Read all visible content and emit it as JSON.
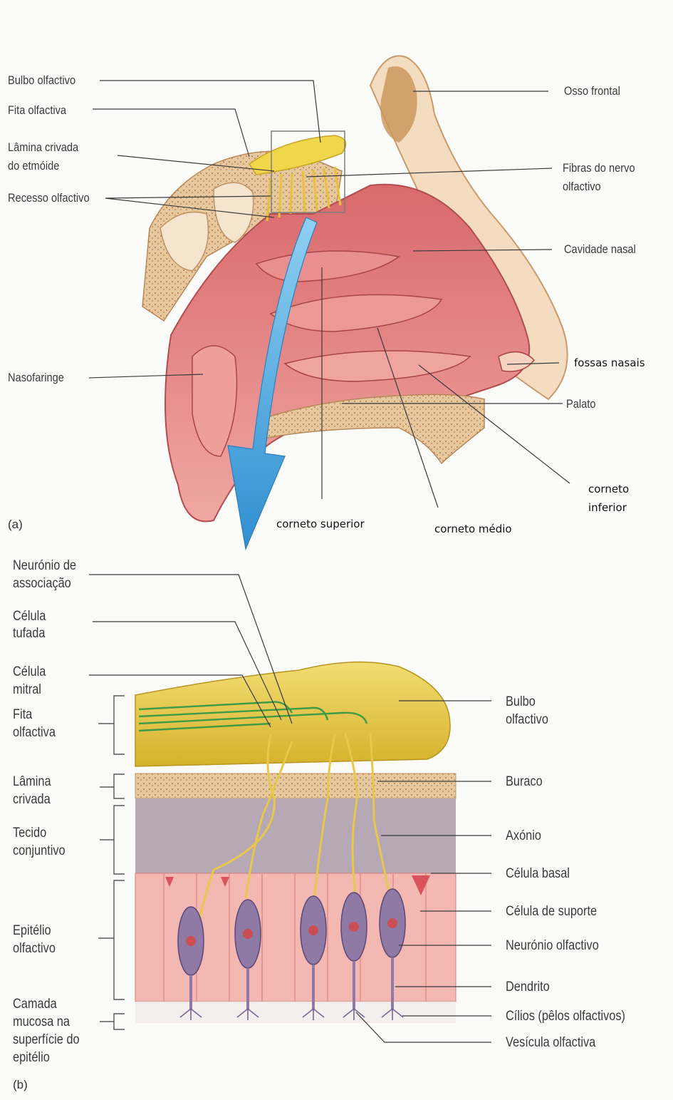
{
  "panel_a": {
    "letter": "(a)",
    "labels": {
      "bulbo_olfactivo": "Bulbo olfactivo",
      "fita_olfactiva": "Fita olfactiva",
      "lamina_crivada_1": "Lâmina crivada",
      "lamina_crivada_2": "do etmóide",
      "recesso_olfactivo": "Recesso olfactivo",
      "nasofaringe": "Nasofaringe",
      "osso_frontal": "Osso frontal",
      "fibras_1": "Fibras do nervo",
      "fibras_2": "olfactivo",
      "cavidade_nasal": "Cavidade nasal",
      "fossas_nasais": "fossas nasais",
      "palato": "Palato",
      "corneto_inferior_1": "corneto",
      "corneto_inferior_2": "inferior",
      "corneto_superior": "corneto superior",
      "corneto_medio": "corneto médio"
    }
  },
  "panel_b": {
    "letter": "(b)",
    "labels": {
      "neuronio_assoc_1": "Neurónio de",
      "neuronio_assoc_2": "associação",
      "celula_tufada_1": "Célula",
      "celula_tufada_2": "tufada",
      "celula_mitral_1": "Célula",
      "celula_mitral_2": "mitral",
      "fita_1": "Fita",
      "fita_2": "olfactiva",
      "lamina_1": "Lâmina",
      "lamina_2": "crivada",
      "tecido_1": "Tecido",
      "tecido_2": "conjuntivo",
      "epitelio_1": "Epitélio",
      "epitelio_2": "olfactivo",
      "camada_1": "Camada",
      "camada_2": "mucosa na",
      "camada_3": "superfície do",
      "camada_4": "epitélio",
      "bulbo_1": "Bulbo",
      "bulbo_2": "olfactivo",
      "buraco": "Buraco",
      "axonio": "Axónio",
      "celula_basal": "Célula basal",
      "celula_suporte": "Célula de suporte",
      "neuronio_olfactivo": "Neurónio olfactivo",
      "dendrito": "Dendrito",
      "cilios": "Cílios (pêlos olfactivos)",
      "vesicula": "Vesícula olfactiva"
    }
  },
  "colors": {
    "tissue_pink": "#e58a8a",
    "bone_tan": "#e9c79a",
    "bulb_yellow": "#efd64a",
    "arrow_blue": "#3f9fd8",
    "connective_mauve": "#b6a5b3",
    "neuron_purple": "#8f7aa6"
  }
}
